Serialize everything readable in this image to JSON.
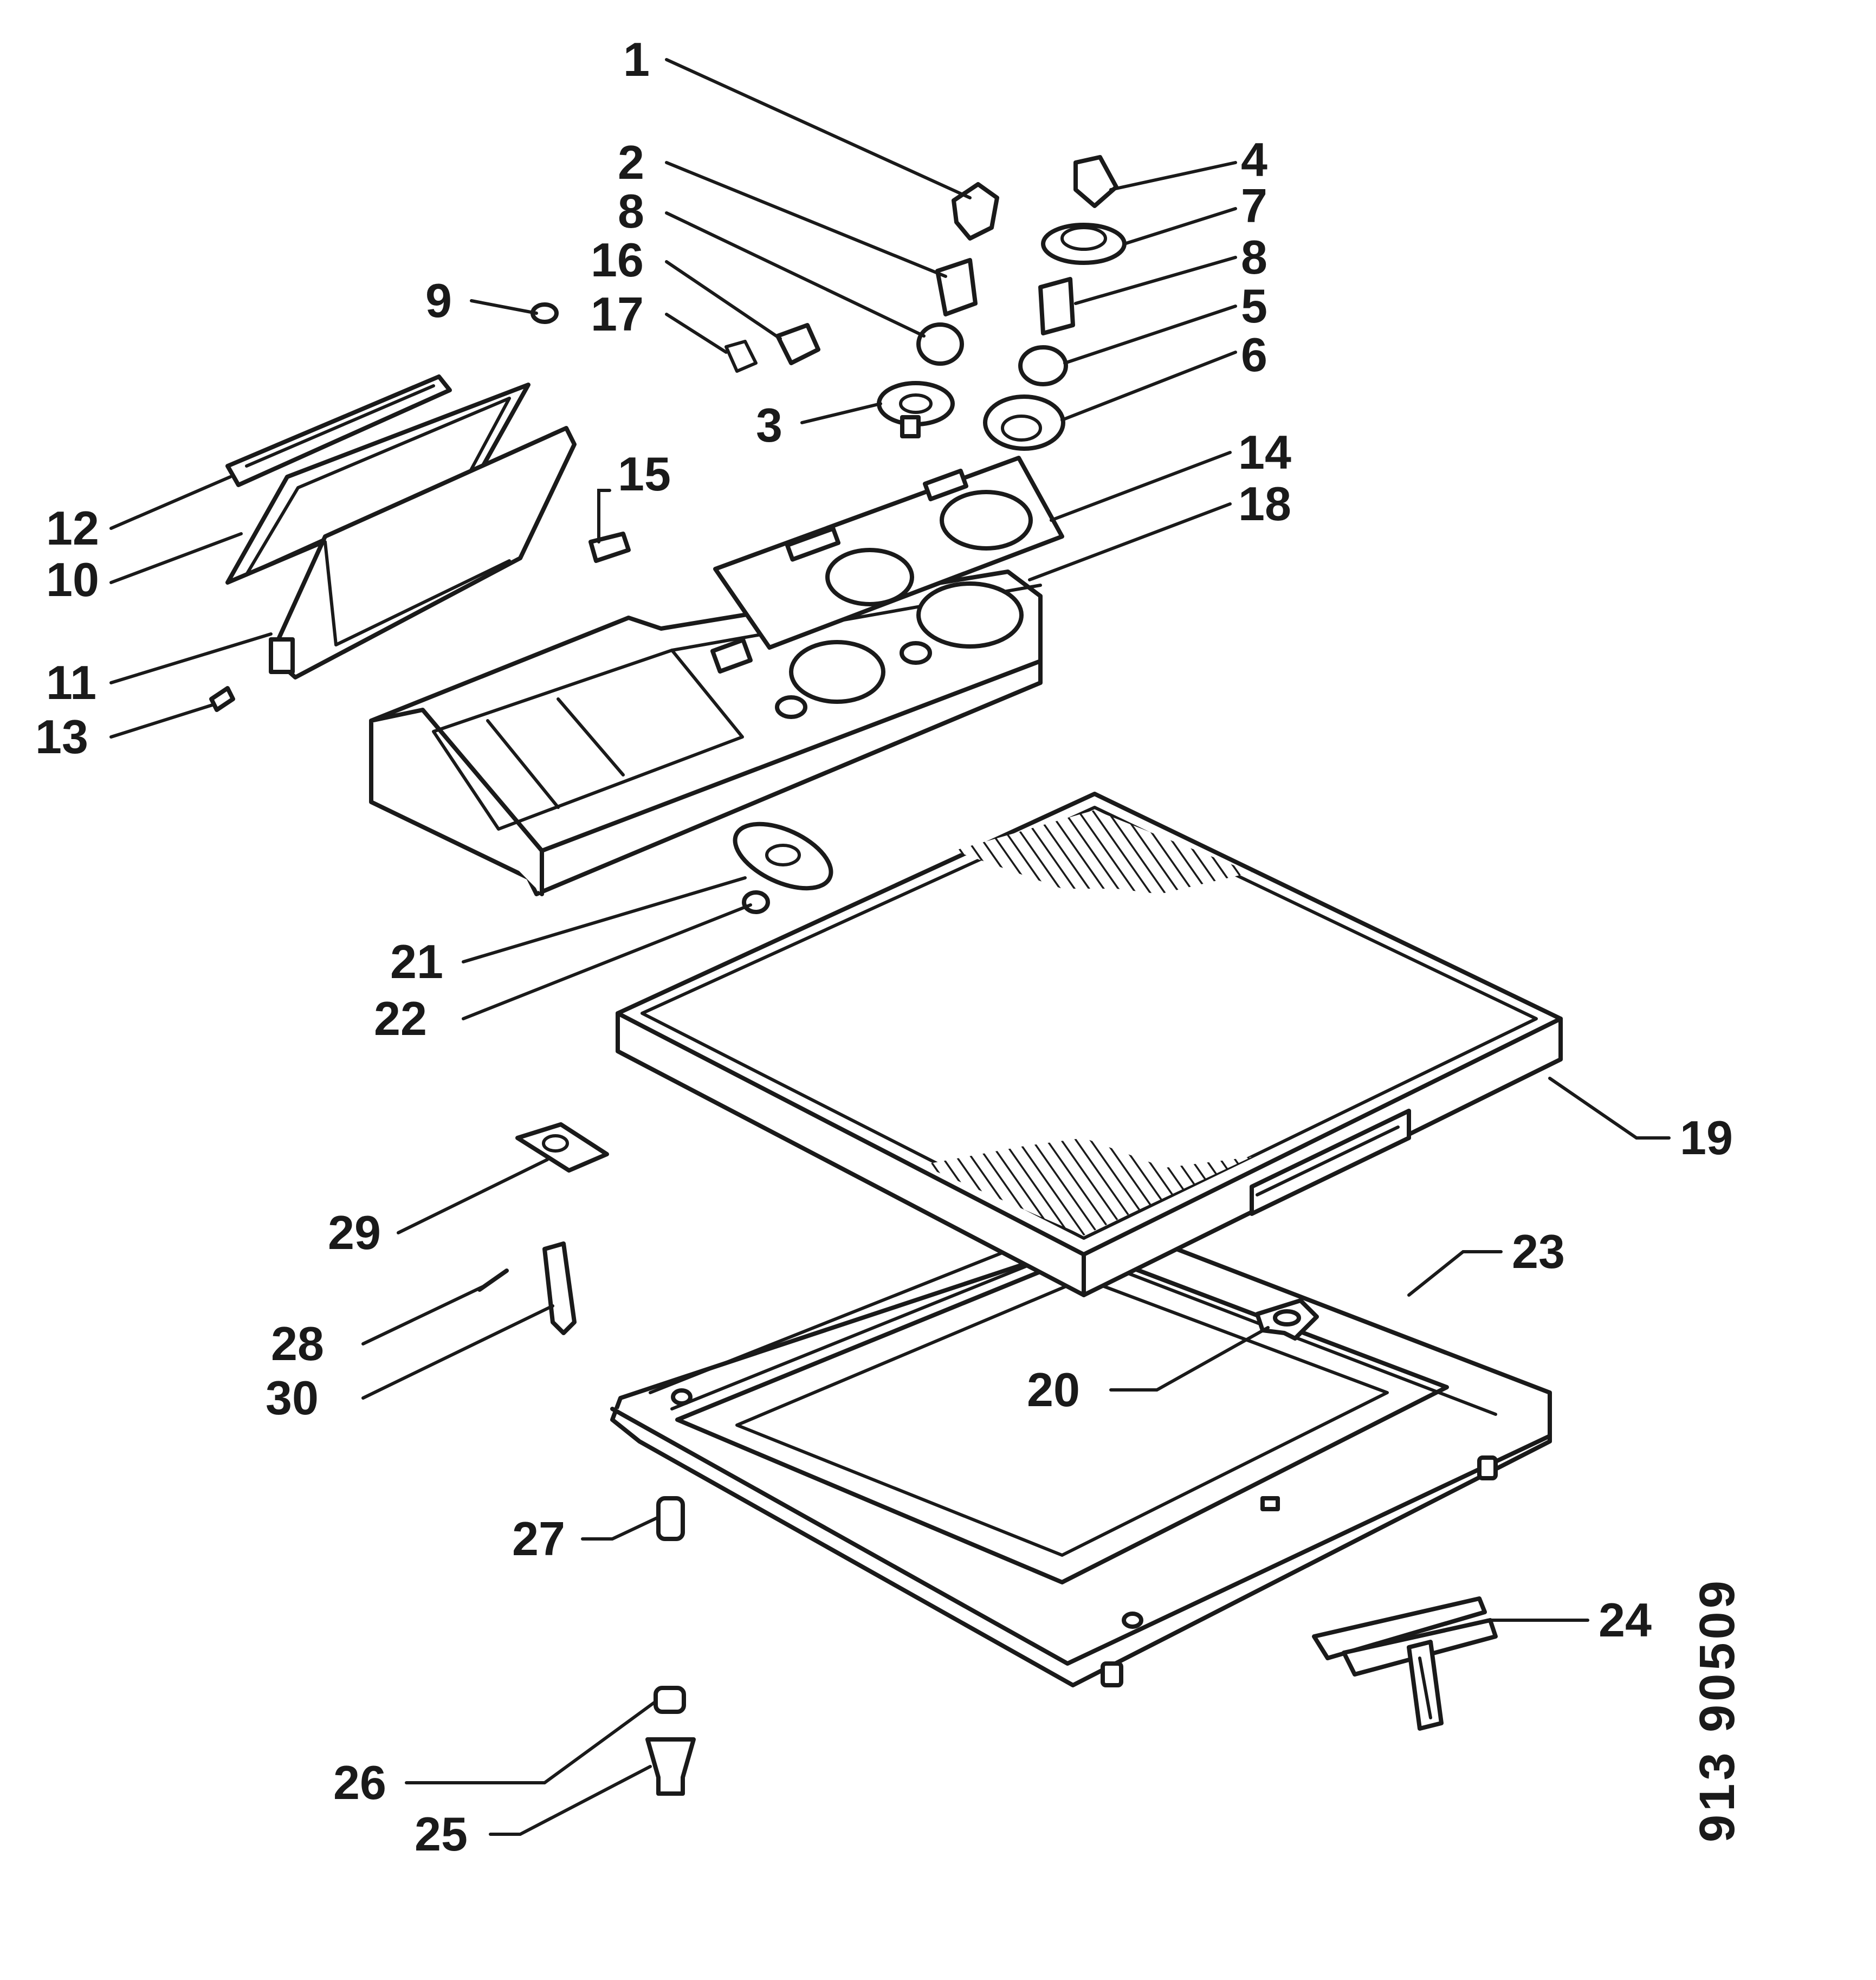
{
  "callouts": [
    {
      "id": "c1",
      "label": "1"
    },
    {
      "id": "c2",
      "label": "2"
    },
    {
      "id": "c3",
      "label": "3"
    },
    {
      "id": "c4",
      "label": "4"
    },
    {
      "id": "c5",
      "label": "5"
    },
    {
      "id": "c6",
      "label": "6"
    },
    {
      "id": "c7",
      "label": "7"
    },
    {
      "id": "c8a",
      "label": "8"
    },
    {
      "id": "c8b",
      "label": "8"
    },
    {
      "id": "c9",
      "label": "9"
    },
    {
      "id": "c10",
      "label": "10"
    },
    {
      "id": "c11",
      "label": "11"
    },
    {
      "id": "c12",
      "label": "12"
    },
    {
      "id": "c13",
      "label": "13"
    },
    {
      "id": "c14",
      "label": "14"
    },
    {
      "id": "c15",
      "label": "15"
    },
    {
      "id": "c16",
      "label": "16"
    },
    {
      "id": "c17",
      "label": "17"
    },
    {
      "id": "c18",
      "label": "18"
    },
    {
      "id": "c19",
      "label": "19"
    },
    {
      "id": "c20",
      "label": "20"
    },
    {
      "id": "c21",
      "label": "21"
    },
    {
      "id": "c22",
      "label": "22"
    },
    {
      "id": "c23",
      "label": "23"
    },
    {
      "id": "c24",
      "label": "24"
    },
    {
      "id": "c25",
      "label": "25"
    },
    {
      "id": "c26",
      "label": "26"
    },
    {
      "id": "c27",
      "label": "27"
    },
    {
      "id": "c28",
      "label": "28"
    },
    {
      "id": "c29",
      "label": "29"
    },
    {
      "id": "c30",
      "label": "30"
    }
  ],
  "document_number": "913 90509"
}
